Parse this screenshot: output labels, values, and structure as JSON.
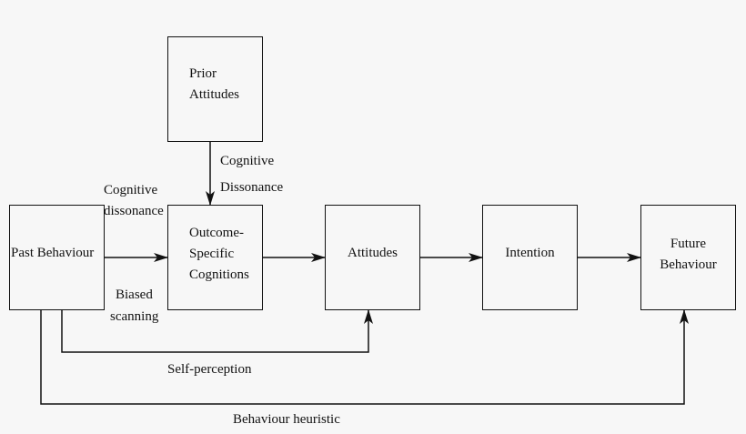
{
  "nodes": {
    "prior_attitudes": [
      "Prior",
      "Attitudes"
    ],
    "past_behaviour": "Past Behaviour",
    "outcome_cognitions": [
      "Outcome-",
      "Specific",
      "Cognitions"
    ],
    "attitudes": "Attitudes",
    "intention": "Intention",
    "future_behaviour": [
      "Future",
      "Behaviour"
    ]
  },
  "edge_labels": {
    "cognitive_dissonance_top": [
      "Cognitive",
      "Dissonance"
    ],
    "cognitive_dissonance_left": [
      "Cognitive",
      "dissonance"
    ],
    "biased_scanning": [
      "Biased",
      "scanning"
    ],
    "self_perception": "Self-perception",
    "behaviour_heuristic": "Behaviour heuristic"
  }
}
